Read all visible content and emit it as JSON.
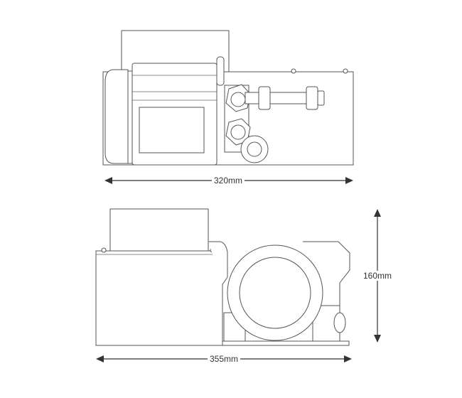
{
  "dimensions": {
    "top_view_width": "320mm",
    "side_view_width": "355mm",
    "side_view_height": "160mm"
  },
  "colors": {
    "line": "#555555",
    "dimension": "#333333"
  }
}
